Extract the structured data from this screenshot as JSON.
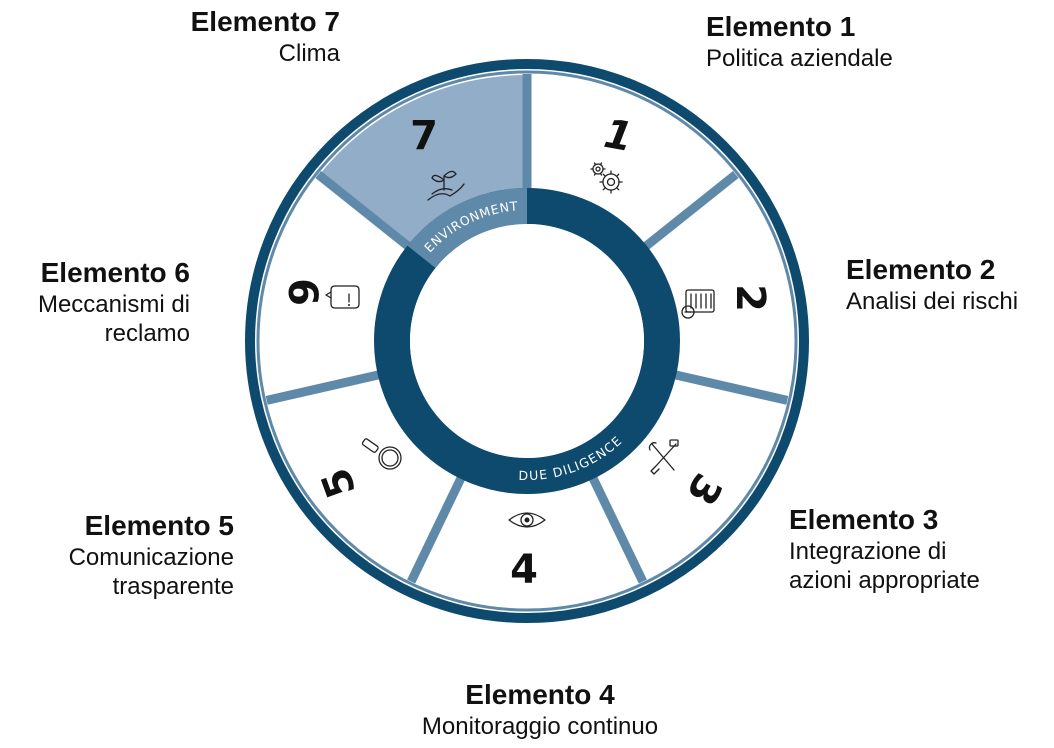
{
  "colors": {
    "dark_blue": "#0d4a6e",
    "mid_blue": "#5f89a8",
    "light_blue": "#92adc7",
    "white": "#ffffff"
  },
  "ring_labels": {
    "inner": "DUE DILIGENCE",
    "environment": "ENVIRONMENT"
  },
  "elements": [
    {
      "number": "1",
      "title": "Elemento 1",
      "desc": "Politica aziendale",
      "icon": "gears-icon",
      "highlighted": false
    },
    {
      "number": "2",
      "title": "Elemento 2",
      "desc": "Analisi dei rischi",
      "icon": "document-icon",
      "highlighted": false
    },
    {
      "number": "3",
      "title": "Elemento 3",
      "desc": "Integrazione di\nazioni appropriate",
      "icon": "tools-icon",
      "highlighted": false
    },
    {
      "number": "4",
      "title": "Elemento 4",
      "desc": "Monitoraggio continuo",
      "icon": "eye-icon",
      "highlighted": false
    },
    {
      "number": "5",
      "title": "Elemento 5",
      "desc": "Comunicazione\ntrasparente",
      "icon": "magnifier-icon",
      "highlighted": false
    },
    {
      "number": "6",
      "title": "Elemento 6",
      "desc": "Meccanismi di\nreclamo",
      "icon": "speech-bubble-icon",
      "highlighted": false
    },
    {
      "number": "7",
      "title": "Elemento 7",
      "desc": "Clima",
      "icon": "plant-hand-icon",
      "highlighted": true
    }
  ]
}
